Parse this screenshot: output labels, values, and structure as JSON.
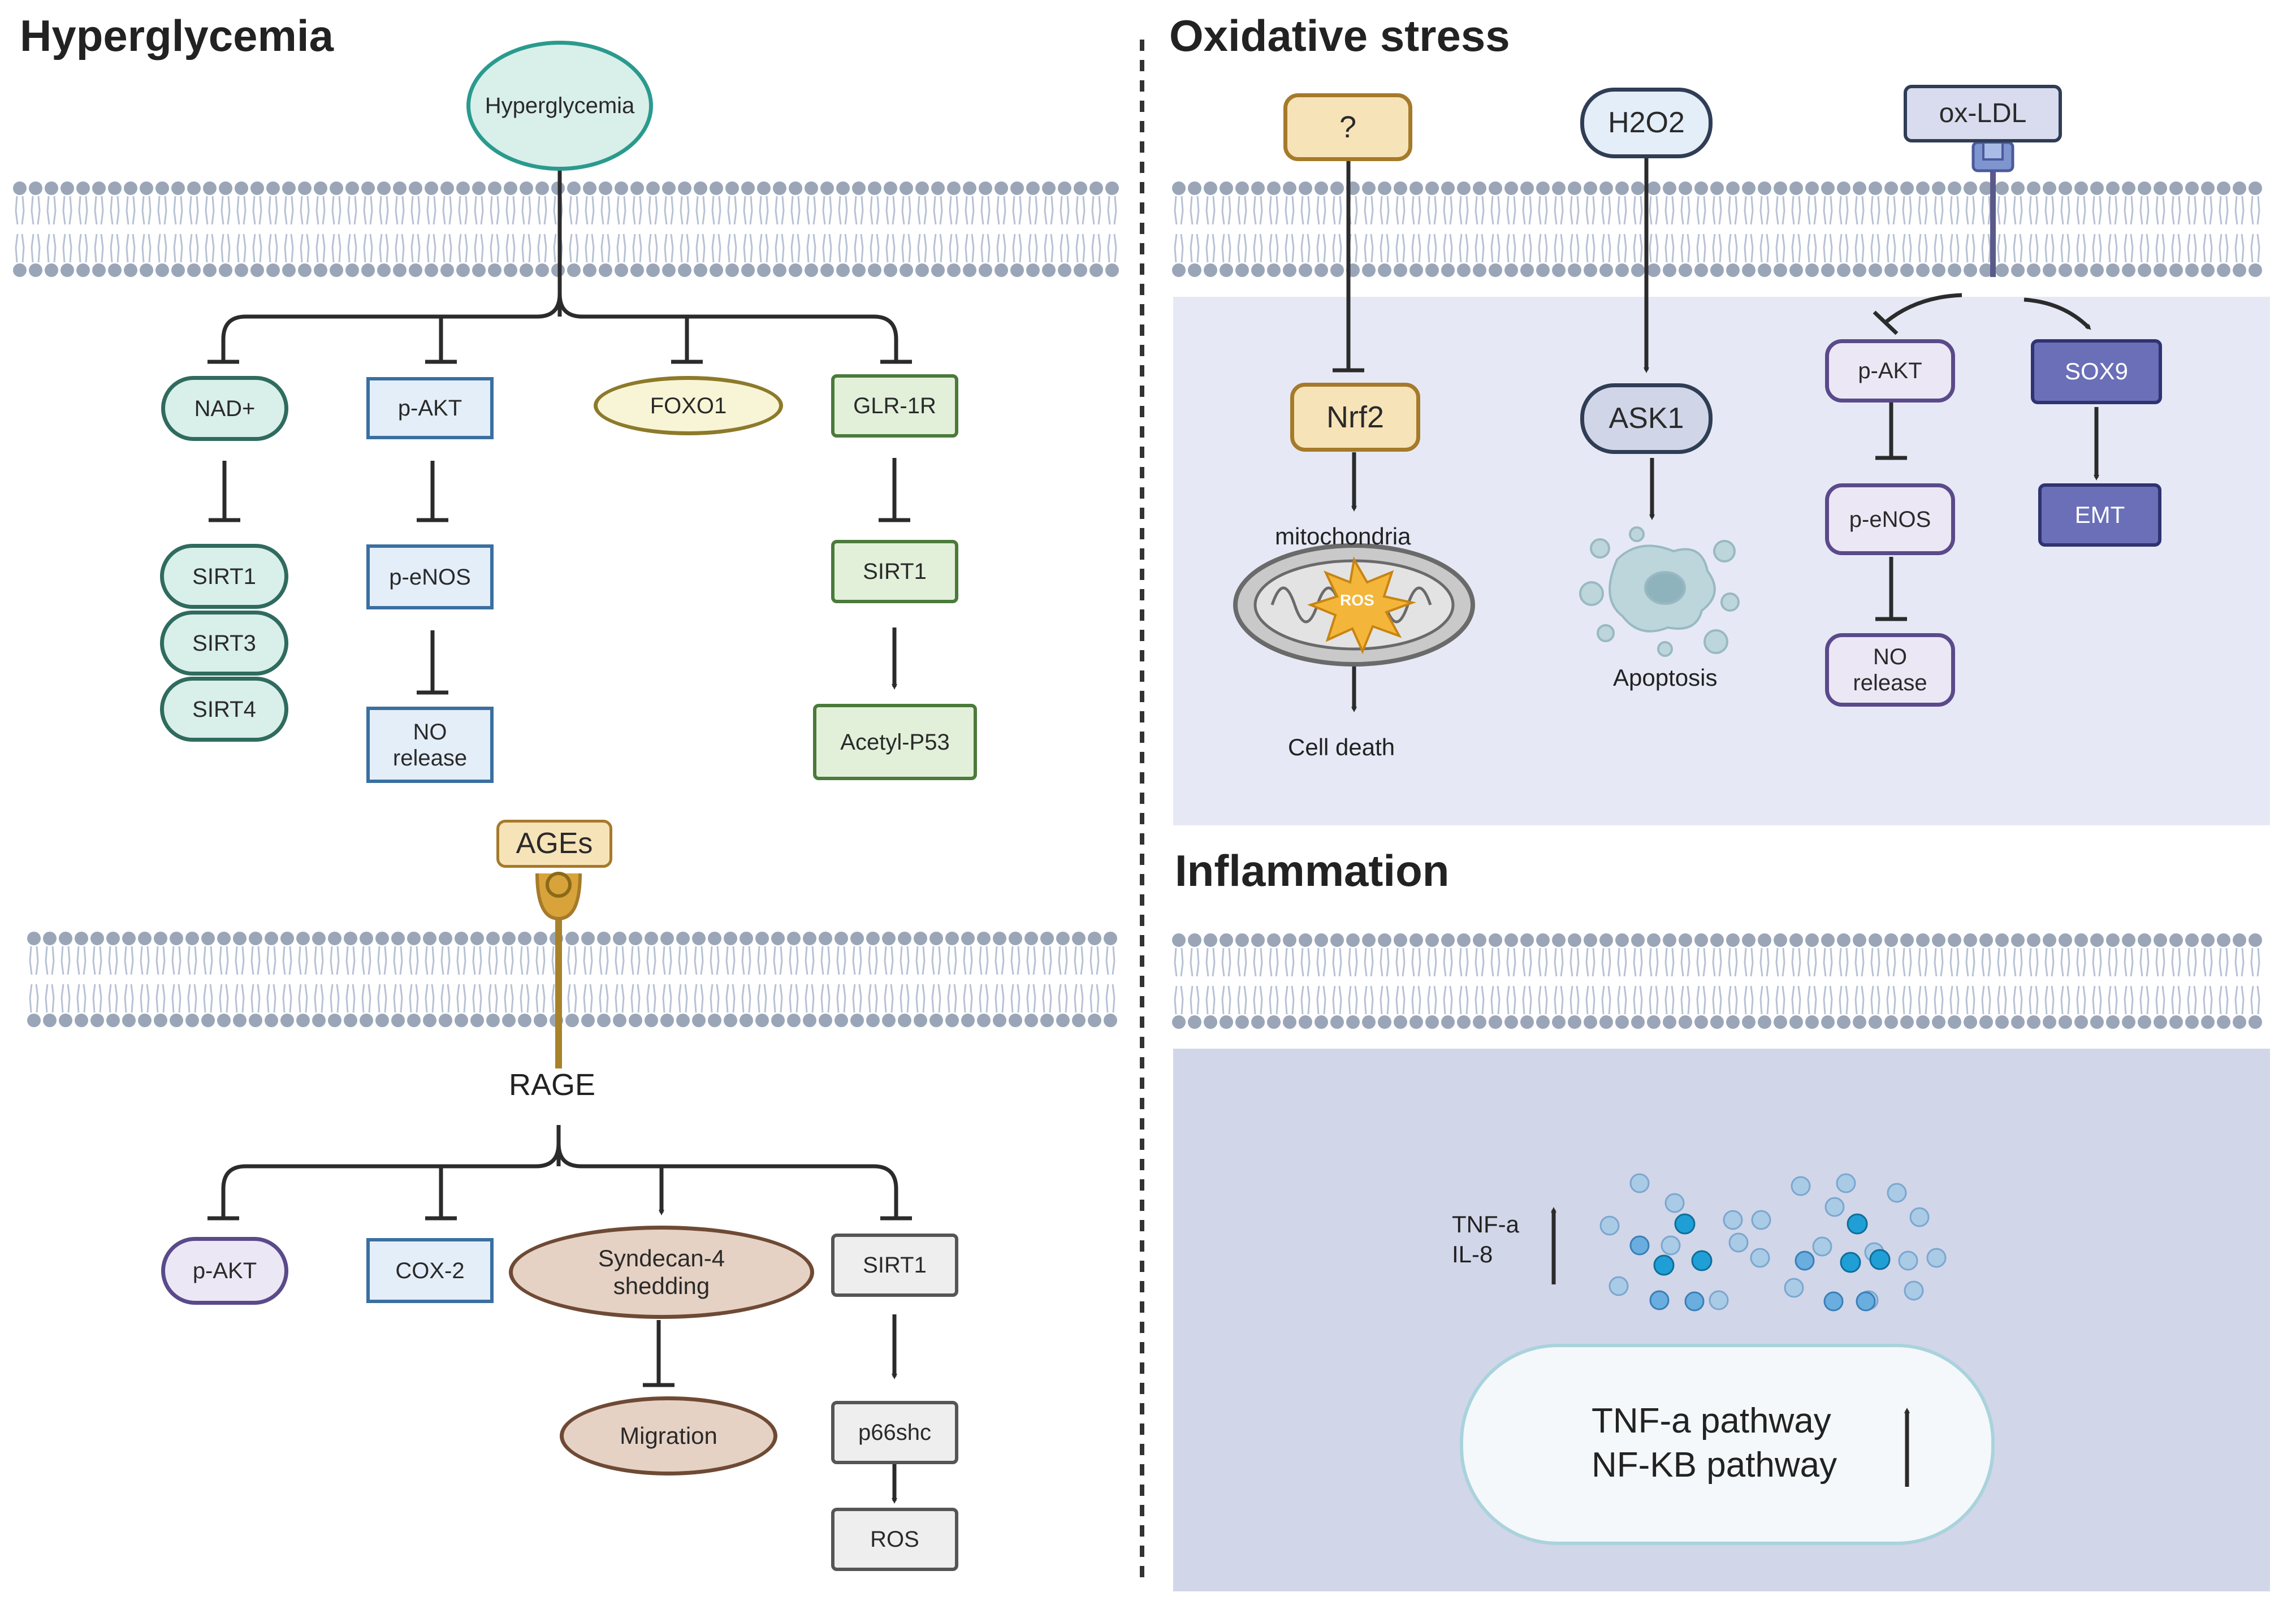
{
  "sections": {
    "hyperglycemia": "Hyperglycemia",
    "oxidative": "Oxidative stress",
    "inflammation": "Inflammation"
  },
  "hyper": {
    "source": "Hyperglycemia",
    "nad": "NAD+",
    "sirt1": "SIRT1",
    "sirt3": "SIRT3",
    "sirt4": "SIRT4",
    "pakt": "p-AKT",
    "penos": "p-eNOS",
    "no_release": "NO\nrelease",
    "foxo1": "FOXO1",
    "glr1r": "GLR-1R",
    "sirt1_b": "SIRT1",
    "acetyl_p53": "Acetyl-P53"
  },
  "ages": {
    "ligand": "AGEs",
    "receptor": "RAGE",
    "pakt": "p-AKT",
    "cox2": "COX-2",
    "syndecan": "Syndecan-4\nshedding",
    "migration": "Migration",
    "sirt1": "SIRT1",
    "p66shc": "p66shc",
    "ros": "ROS"
  },
  "oxidative": {
    "unknown": "?",
    "nrf2": "Nrf2",
    "mitochondria": "mitochondria",
    "ros_burst": "ROS",
    "cell_death": "Cell death",
    "h2o2": "H2O2",
    "ask1": "ASK1",
    "apoptosis": "Apoptosis",
    "oxldl": "ox-LDL",
    "pakt": "p-AKT",
    "penos": "p-eNOS",
    "no_release": "NO\nrelease",
    "sox9": "SOX9",
    "emt": "EMT"
  },
  "inflammation": {
    "cytokines": "TNF-a\nIL-8",
    "pathways": "TNF-a pathway\nNF-KB pathway"
  },
  "colors": {
    "membrane": "#9aa6b8",
    "line": "#2b2b2b",
    "teal_fill": "#d9efe9",
    "teal_stroke": "#2f6b5e",
    "blue_fill": "#e4eef8",
    "blue_stroke": "#3a6fa0",
    "green_fill": "#e2f0da",
    "green_stroke": "#4b7a3a",
    "yellow_fill": "#f8f5d6",
    "yellow_stroke": "#8c7a2a",
    "purple_fill": "#ece7f5",
    "purple_stroke": "#5a4a8a",
    "brown_fill": "#e6d2c4",
    "brown_stroke": "#6e4a35",
    "gray_fill": "#eeeeee",
    "gray_stroke": "#555555",
    "orange_fill": "#f7e3b8",
    "orange_stroke": "#a57a2a",
    "ox_panel": "#e6e9f5",
    "infl_panel": "#d2d6e9"
  }
}
